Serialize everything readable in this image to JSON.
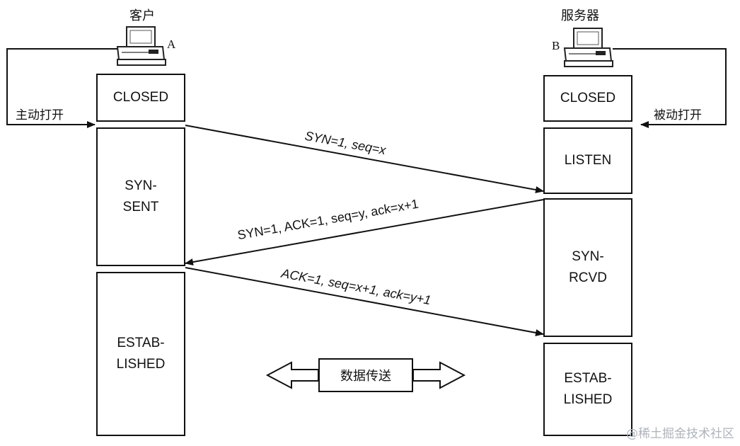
{
  "client": {
    "title": "客户",
    "letter": "A",
    "action": "主动打开"
  },
  "server": {
    "title": "服务器",
    "letter": "B",
    "action": "被动打开"
  },
  "client_states": [
    "CLOSED",
    "SYN-\nSENT",
    "ESTAB-\nLISHED"
  ],
  "server_states": [
    "CLOSED",
    "LISTEN",
    "SYN-\nRCVD",
    "ESTAB-\nLISHED"
  ],
  "messages": {
    "syn": "SYN=1, seq=x",
    "syn_ack": "SYN=1, ACK=1, seq=y, ack=x+1",
    "ack": "ACK=1, seq=x+1, ack=y+1"
  },
  "data_transfer": "数据传送",
  "watermark": "@稀土掘金技术社区"
}
